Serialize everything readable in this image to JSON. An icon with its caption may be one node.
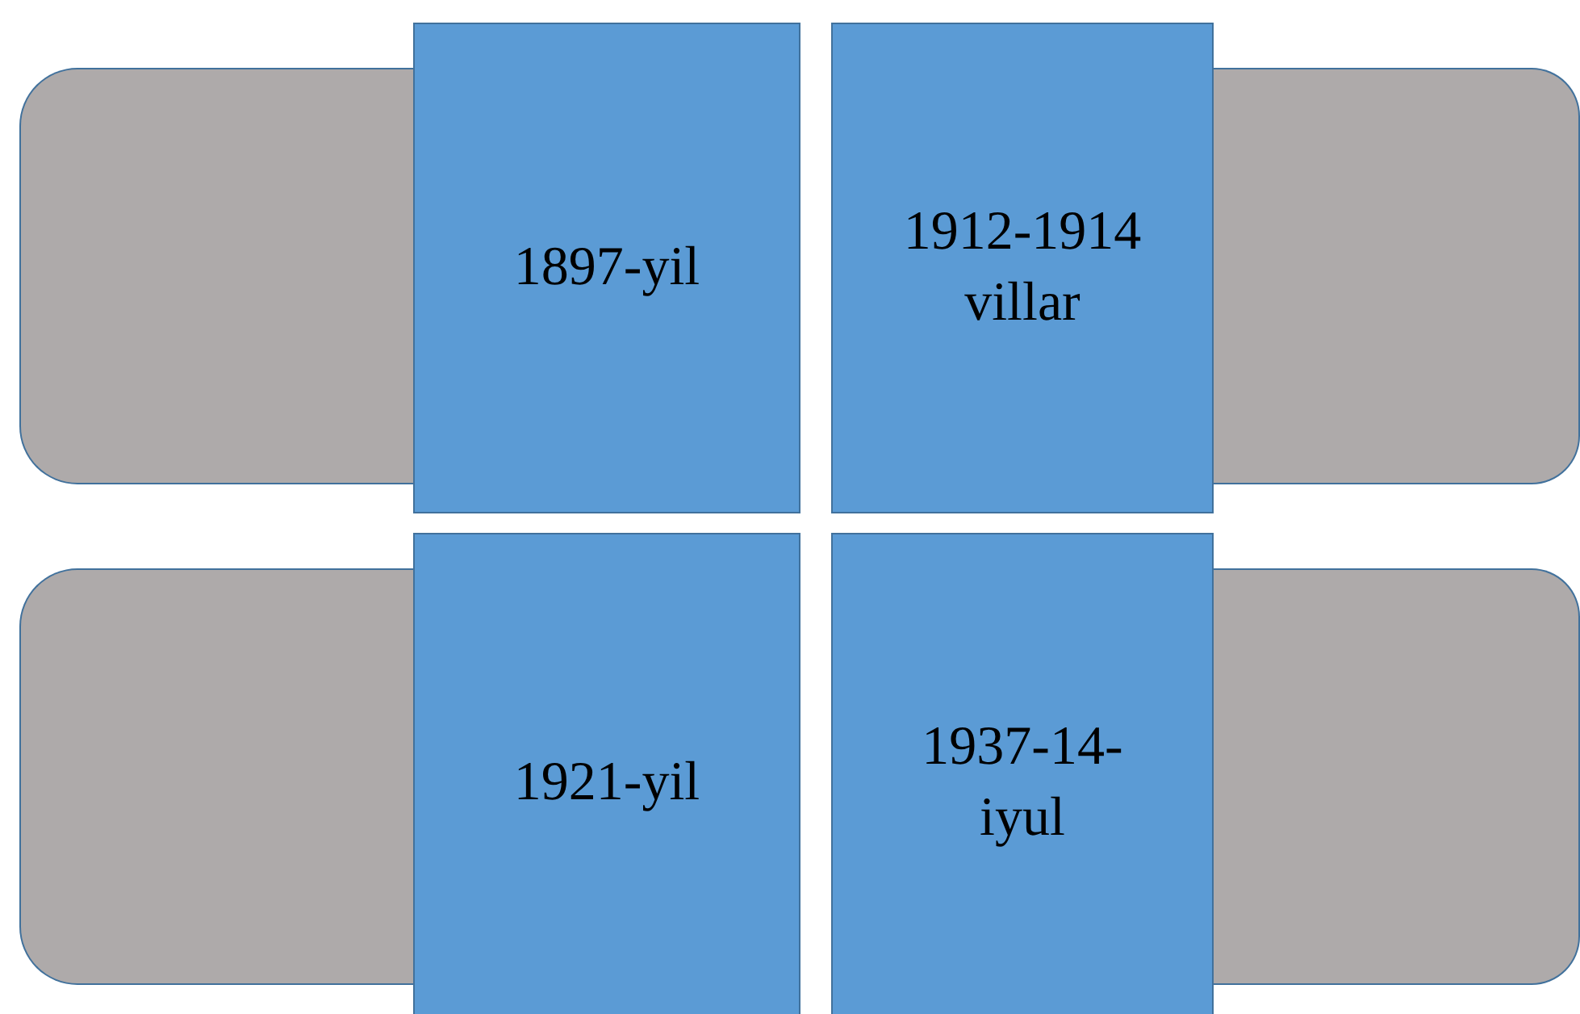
{
  "diagram": {
    "nodes": [
      {
        "text": [],
        "shape": "box"
      },
      {
        "text": [
          "1897-yil"
        ]
      },
      {
        "text": [
          "1912-1914 villar"
        ]
      },
      {
        "text": [],
        "shape": "box"
      },
      {
        "text": [],
        "shape": "box"
      },
      {
        "text": [
          "1921-yil"
        ]
      },
      {
        "text": [
          "1937-14- iyul"
        ]
      },
      {
        "text": [],
        "shape": "box"
      }
    ]
  }
}
